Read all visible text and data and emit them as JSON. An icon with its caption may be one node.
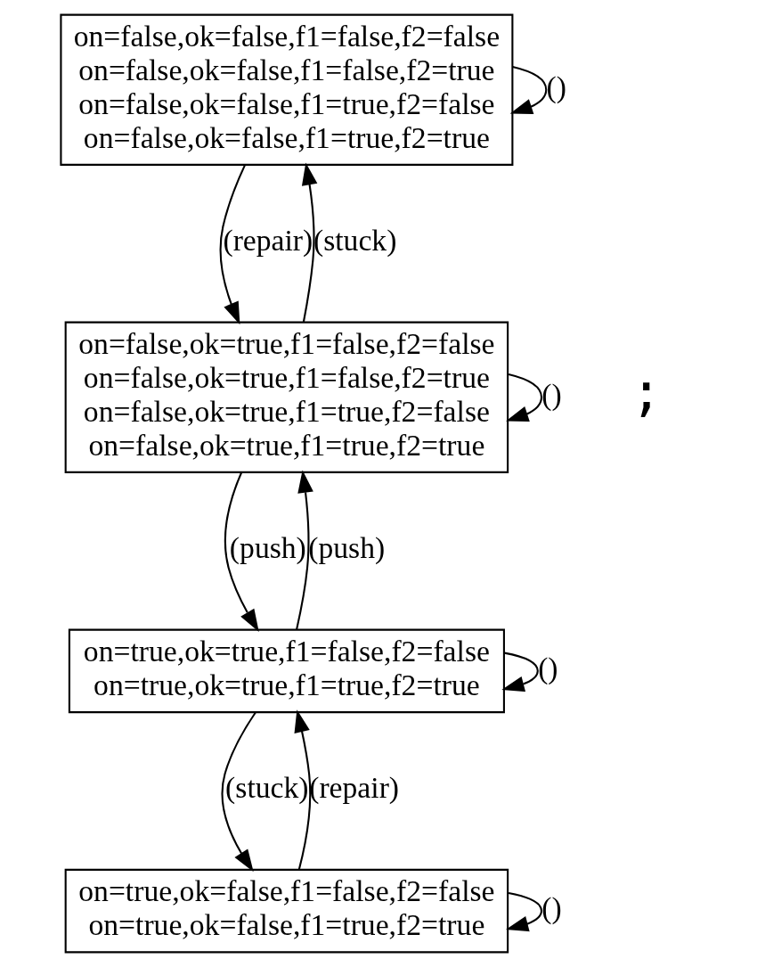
{
  "diagram": {
    "nodes": [
      {
        "text": [
          "on=false,ok=false,f1=false,f2=false",
          "on=false,ok=false,f1=false,f2=true",
          "on=false,ok=false,f1=true,f2=false",
          "on=false,ok=false,f1=true,f2=true"
        ]
      },
      {
        "text": [
          "on=false,ok=true,f1=false,f2=false",
          "on=false,ok=true,f1=false,f2=true",
          "on=false,ok=true,f1=true,f2=false",
          "on=false,ok=true,f1=true,f2=true"
        ]
      },
      {
        "text": [
          "on=true,ok=true,f1=false,f2=false",
          "on=true,ok=true,f1=true,f2=true"
        ]
      },
      {
        "text": [
          "on=true,ok=false,f1=false,f2=false",
          "on=true,ok=false,f1=true,f2=true"
        ]
      }
    ],
    "edges": [
      {
        "from": 0,
        "to": 0,
        "arrow": "to",
        "label": "()"
      },
      {
        "from": 0,
        "to": 1,
        "arrow": "to",
        "label": "(repair)"
      },
      {
        "from": 1,
        "to": 0,
        "arrow": "to",
        "label": "(stuck)"
      },
      {
        "from": 1,
        "to": 1,
        "arrow": "to",
        "label": "()"
      },
      {
        "from": 1,
        "to": 2,
        "arrow": "to",
        "label": "(push)"
      },
      {
        "from": 2,
        "to": 1,
        "arrow": "to",
        "label": "(push)"
      },
      {
        "from": 2,
        "to": 2,
        "arrow": "to",
        "label": "()"
      },
      {
        "from": 2,
        "to": 3,
        "arrow": "to",
        "label": "(stuck)"
      },
      {
        "from": 3,
        "to": 2,
        "arrow": "to",
        "label": "(repair)"
      },
      {
        "from": 3,
        "to": 3,
        "arrow": "to",
        "label": "()"
      }
    ],
    "labels": [
      ";"
    ]
  }
}
